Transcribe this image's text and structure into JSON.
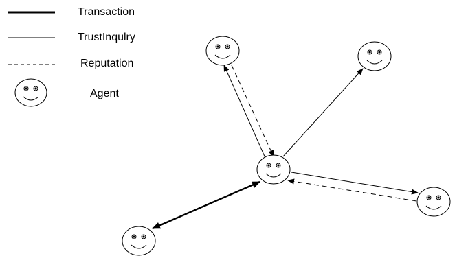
{
  "legend": {
    "transaction": "Transaction",
    "trust_inquiry": "TrustInqulry",
    "reputation": "Reputation",
    "agent": "Agent"
  },
  "agents": [
    {
      "id": "center",
      "icon": "smiley-face-icon"
    },
    {
      "id": "top-left",
      "icon": "smiley-face-icon"
    },
    {
      "id": "top-right",
      "icon": "smiley-face-icon"
    },
    {
      "id": "right",
      "icon": "smiley-face-icon"
    },
    {
      "id": "bottom-left",
      "icon": "smiley-face-icon"
    }
  ],
  "edges": [
    {
      "kind": "trust_inquiry",
      "from": "center",
      "to": "top-left"
    },
    {
      "kind": "reputation",
      "from": "top-left",
      "to": "center"
    },
    {
      "kind": "trust_inquiry",
      "from": "center",
      "to": "top-right"
    },
    {
      "kind": "trust_inquiry",
      "from": "center",
      "to": "right"
    },
    {
      "kind": "reputation",
      "from": "right",
      "to": "center"
    },
    {
      "kind": "transaction",
      "from": "center",
      "to": "bottom-left",
      "bidirectional": true
    }
  ]
}
